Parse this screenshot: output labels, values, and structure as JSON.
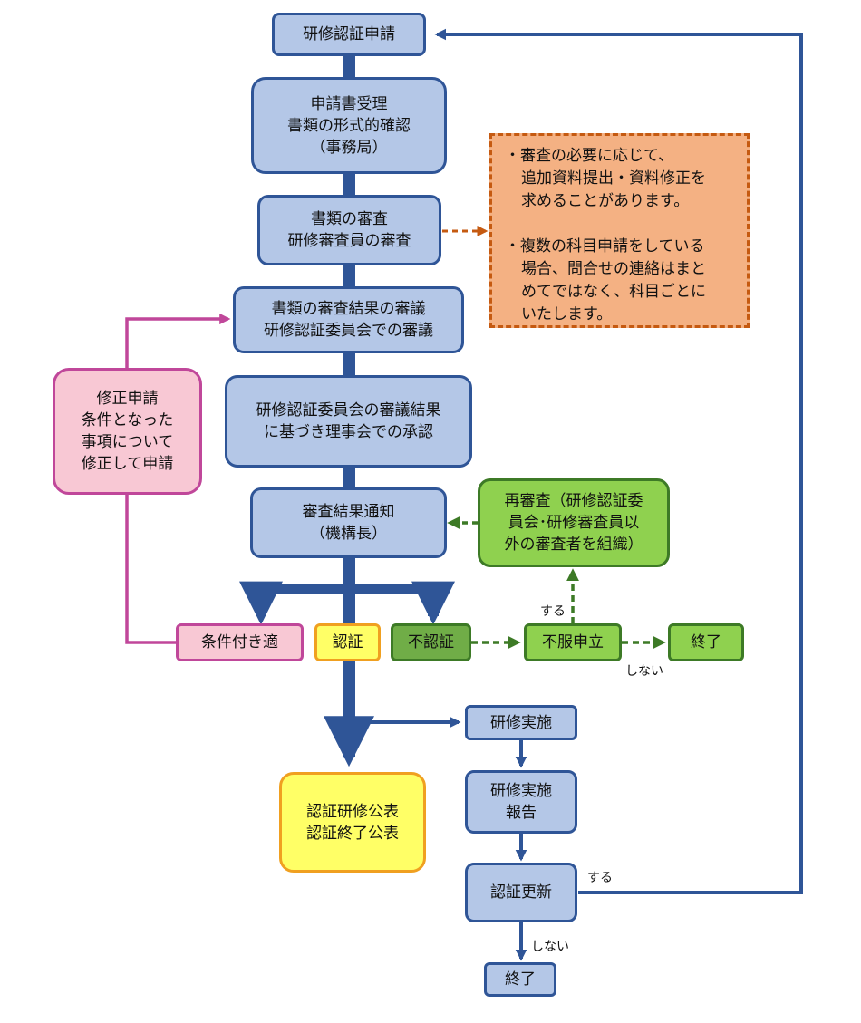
{
  "nodes": {
    "application": "研修認証申請",
    "receipt": "申請書受理\n書類の形式的確認\n（事務局）",
    "review": "書類の審査\n研修審査員の審査",
    "committee": "書類の審査結果の審議\n研修認証委員会での審議",
    "board": "研修認証委員会の審議結果\nに基づき理事会での承認",
    "notice": "審査結果通知\n（機構長）",
    "conditional": "条件付き適",
    "certified": "認証",
    "not_certified": "不認証",
    "appeal": "不服申立",
    "end_appeal": "終了",
    "rereview": "再審査（研修認証委\n員会･研修審査員以\n外の審査者を組織）",
    "correction": "修正申請\n条件となった\n事項について\n修正して申請",
    "implementation": "研修実施",
    "report": "研修実施\n報告",
    "publication": "認証研修公表\n認証終了公表",
    "renewal": "認証更新",
    "end_final": "終了"
  },
  "note": {
    "items": [
      "・審査の必要に応じて、\n追加資料提出・資料修正を\n求めることがあります。",
      "・複数の科目申請をしている\n場合、問合せの連絡はまと\nめてではなく、科目ごとに\nいたします。"
    ]
  },
  "labels": {
    "appeal_yes": "する",
    "appeal_no": "しない",
    "renew_yes": "する",
    "renew_no": "しない"
  },
  "colors": {
    "blue_line": "#2f5597",
    "pink_line": "#c0479a",
    "green_dash": "#3d7a26",
    "orange_dash": "#c55a11"
  }
}
